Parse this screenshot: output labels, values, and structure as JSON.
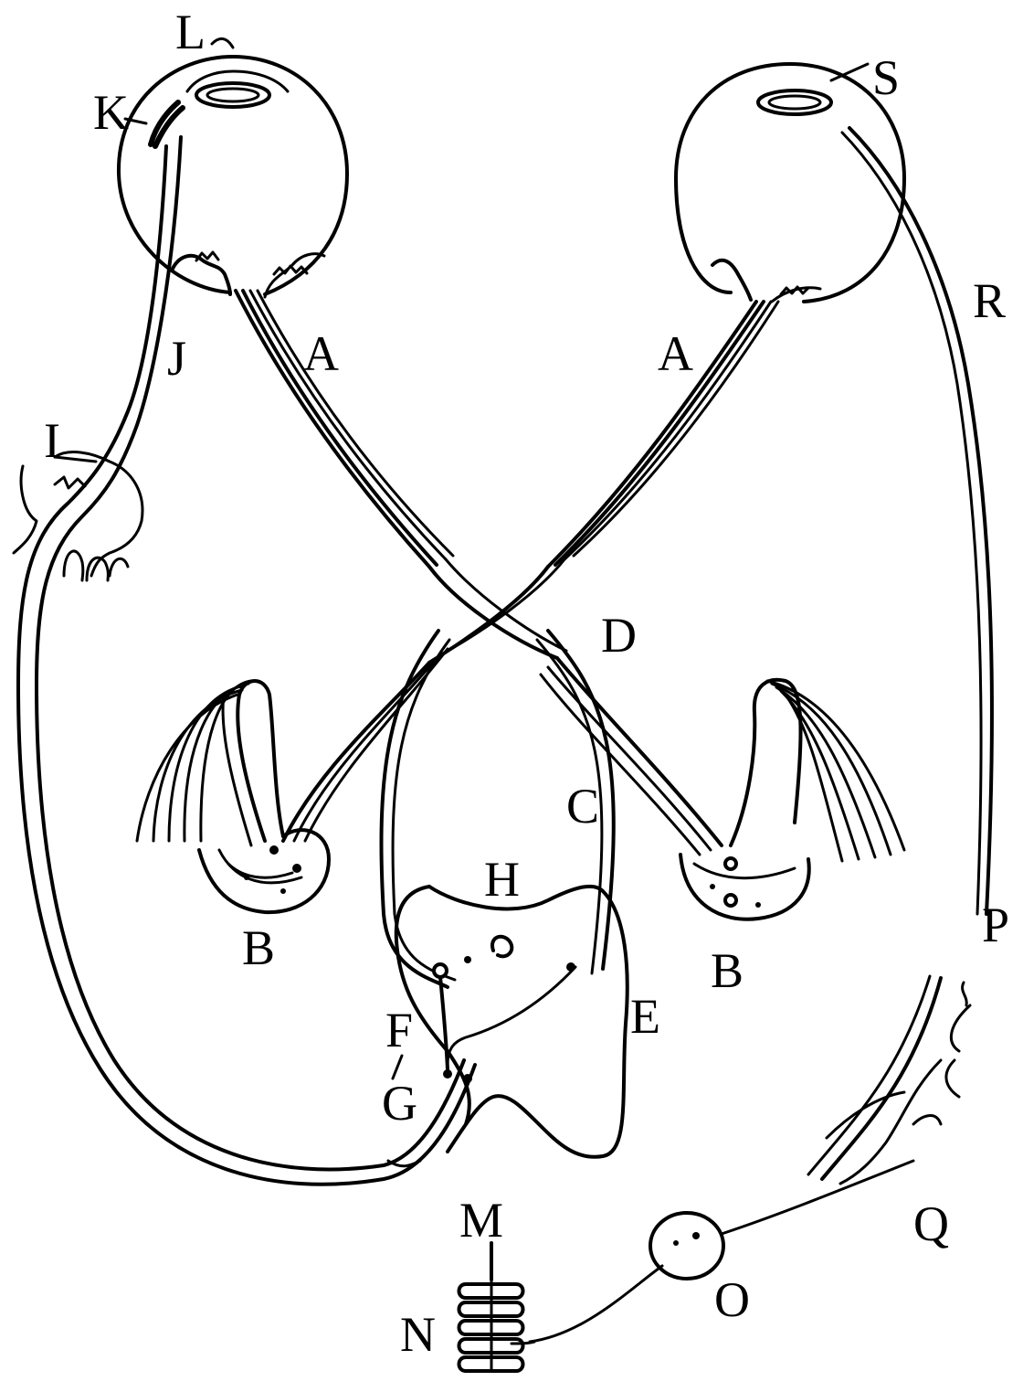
{
  "labels": {
    "A_left": "A",
    "A_right": "A",
    "B_left": "B",
    "B_right": "B",
    "C": "C",
    "D": "D",
    "E": "E",
    "F": "F",
    "G": "G",
    "H": "H",
    "I": "I",
    "J": "J",
    "K": "K",
    "L": "L",
    "M": "M",
    "N": "N",
    "O": "O",
    "P": "P",
    "Q": "Q",
    "R": "R",
    "S": "S"
  }
}
